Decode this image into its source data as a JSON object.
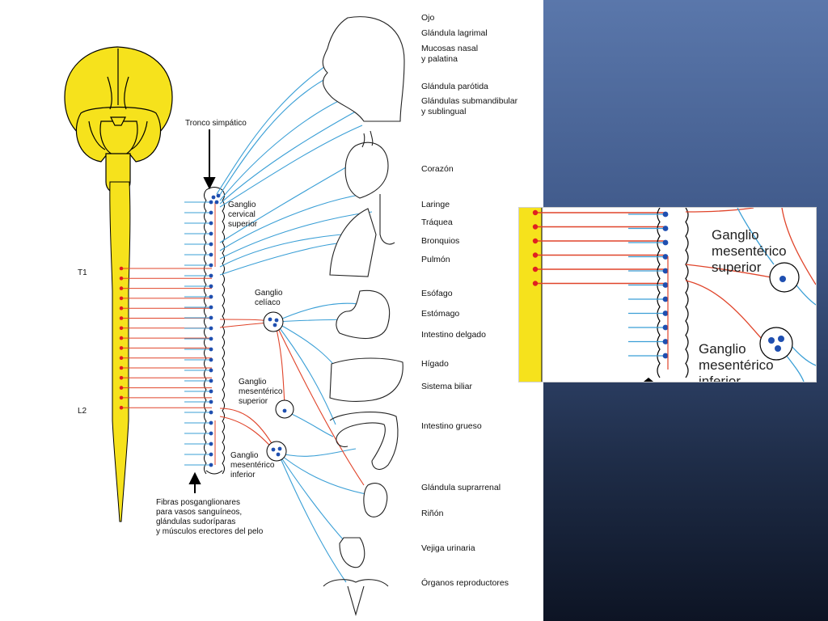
{
  "organs": [
    "Ojo",
    "Glándula lagrimal",
    "Mucosas nasal\ny palatina",
    "Glándula parótida",
    "Glándulas submandibular\ny sublingual",
    "Corazón",
    "Laringe",
    "Tráquea",
    "Bronquios",
    "Pulmón",
    "Esófago",
    "Estómago",
    "Intestino delgado",
    "Hígado",
    "Sistema biliar",
    "Intestino grueso",
    "Glándula suprarrenal",
    "Riñón",
    "Vejiga urinaria",
    "Órganos reproductores"
  ],
  "labels": {
    "tronco": "Tronco simpático",
    "cervical": "Ganglio\ncervical\nsuperior",
    "celiaco": "Ganglio\ncelíaco",
    "mes_sup": "Ganglio\nmesentérico\nsuperior",
    "mes_inf": "Ganglio\nmesentérico\ninferior",
    "fibras": "Fibras posganglionares\npara vasos sanguíneos,\nglándulas sudoríparas\ny músculos erectores del pelo",
    "t1": "T1",
    "l2": "L2"
  },
  "zoom": {
    "mes_sup": "Ganglio\nmesentérico\nsuperior",
    "mes_inf": "Ganglio\nmesentérico\ninferior"
  },
  "colors": {
    "cord": "#f6e21c",
    "pre": "#e0442a",
    "post": "#3a9fd6",
    "dot_red": "#e02020",
    "dot_blue": "#1f4fb0",
    "panel_top": "#5a77ab",
    "panel_bottom": "#0d1424"
  }
}
